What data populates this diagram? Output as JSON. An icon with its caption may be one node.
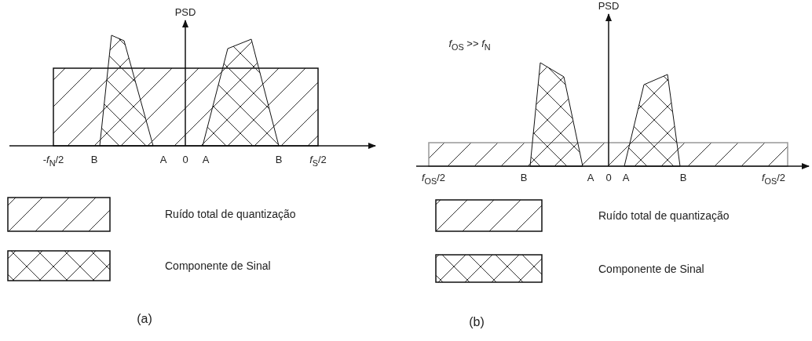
{
  "diagram": {
    "labels": [
      "PSD",
      "-*f*$_{N}$/2",
      "B",
      "A",
      "0",
      "A",
      "B",
      "*f*$_{S}$/2",
      "(a)",
      "PSD",
      "*f*$_{OS}$ >> *f*$_{N}$",
      "*f*$_{OS}$/2",
      "B",
      "A",
      "0",
      "A",
      "B",
      "*f*$_{OS}$/2",
      "(b)"
    ],
    "legend": [
      {
        "text": "Ruído total de quantização"
      },
      {
        "text": "Componente de Sinal"
      },
      {
        "text": "Ruído total de quantização"
      },
      {
        "text": "Componente de Sinal"
      }
    ]
  }
}
